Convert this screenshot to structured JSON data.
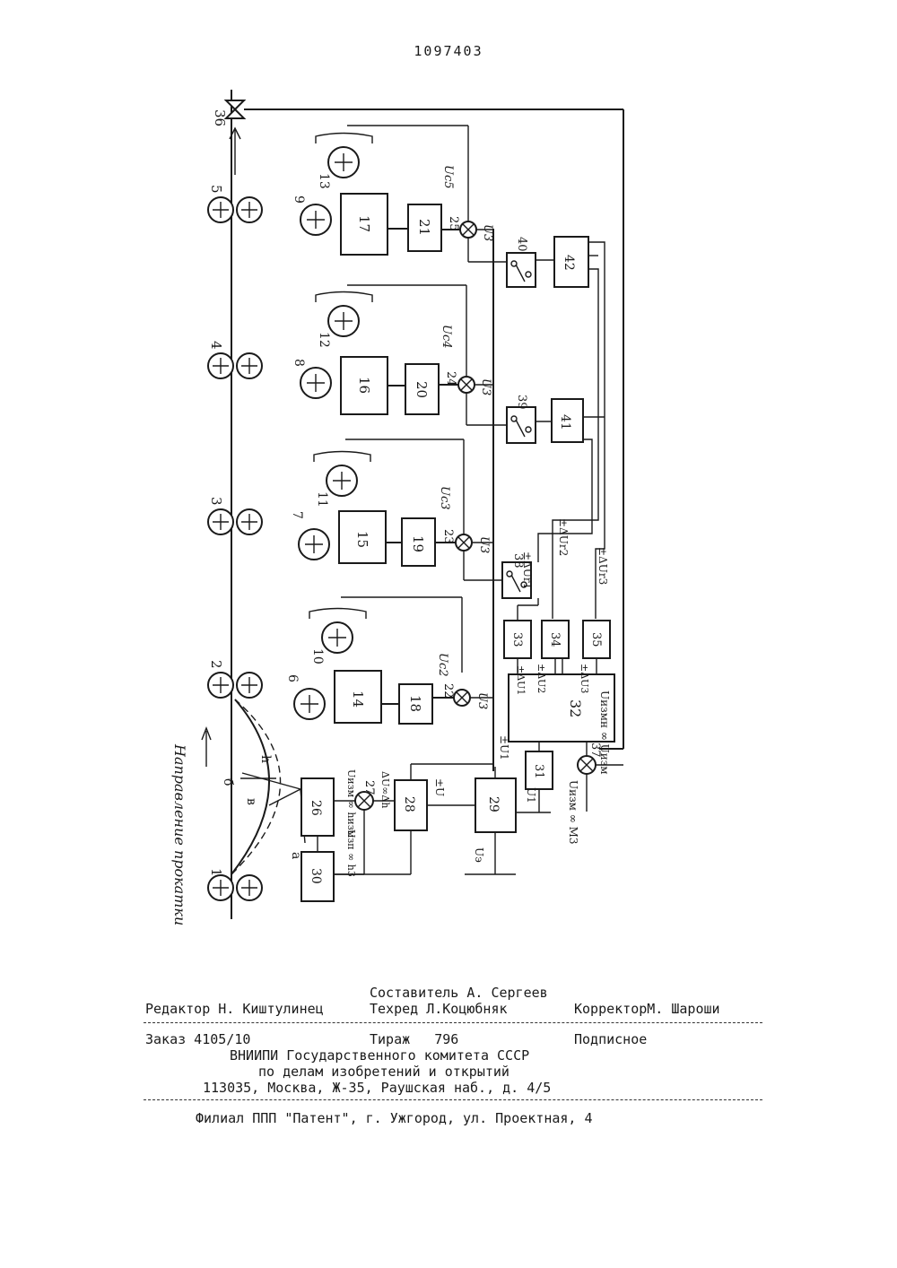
{
  "header": {
    "patent_number": "1097403"
  },
  "diagram": {
    "direction_label": "Направление прокатки",
    "stands": [
      "1",
      "2",
      "3",
      "4",
      "5"
    ],
    "gauge_point": "36",
    "loop_labels": {
      "a": "а",
      "b": "б",
      "v": "в",
      "h": "h"
    },
    "motors": [
      "6",
      "7",
      "8",
      "9"
    ],
    "exciters": [
      "10",
      "11",
      "12",
      "13"
    ],
    "converters": [
      "14",
      "15",
      "16",
      "17"
    ],
    "regulators": [
      "18",
      "19",
      "20",
      "21"
    ],
    "summers": [
      "22",
      "23",
      "24",
      "25"
    ],
    "u3": "U3",
    "speed_refs": [
      "Uc2",
      "Uc3",
      "Uc4",
      "Uc5"
    ],
    "blocks": {
      "b26": "26",
      "b27": "27",
      "b28": "28",
      "b29": "29",
      "b30": "30",
      "b31": "31",
      "b32": "32",
      "b33": "33",
      "b34": "34",
      "b35": "35",
      "b37": "37",
      "b38": "38",
      "b39": "39",
      "b40": "40",
      "b41": "41",
      "b42": "42"
    },
    "signals": {
      "uizm_h": "Uизм ∞ hизм",
      "uzp_h3": "Uзп ∞ h3",
      "du_dh": "ΔU∞Δh",
      "pm_u": "±U",
      "pm_u1": "±U1",
      "u1": "U1",
      "ue": "Uэ",
      "du1": "±ΔU1",
      "du2": "±ΔU2",
      "du3": "±ΔU3",
      "dur1": "±ΔUr1",
      "dur2": "±ΔUr2",
      "dur3": "±ΔUr3",
      "uizm_m": "Uизм ∞ M3",
      "uizmn": "Uизмн ∞ Uизм"
    }
  },
  "footer": {
    "compiler": "Составитель А. Сергеев",
    "editor": "Редактор Н. Киштулинец",
    "techred": "Техред Л.Коцюбняк",
    "corrector": "КорректорМ. Шароши",
    "order": "Заказ 4105/10",
    "circulation": "Тираж   796",
    "subscription": "Подписное",
    "org1": "ВНИИПИ Государственного комитета СССР",
    "org2": "по делам изобретений и открытий",
    "address": "113035, Москва, Ж-35, Раушская наб., д. 4/5",
    "branch": "Филиал ППП \"Патент\", г. Ужгород, ул. Проектная, 4"
  }
}
